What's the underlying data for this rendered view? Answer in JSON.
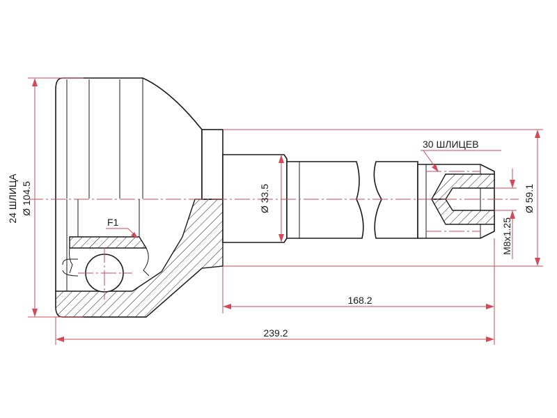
{
  "drawing": {
    "labels": {
      "outer_splines": "24 ШЛИЦА",
      "outer_diameter": "Ø 104.5",
      "shaft_diameter": "Ø 33.5",
      "splines_label": "30 ШЛИЦЕВ",
      "thread_diameter": "Ø 59.1",
      "thread": "M8x1.25",
      "feature_f1": "F1",
      "length_shaft": "168.2",
      "length_total": "239.2"
    },
    "colors": {
      "outline": "#1a1a1a",
      "dimension": "#d24a5a"
    }
  }
}
